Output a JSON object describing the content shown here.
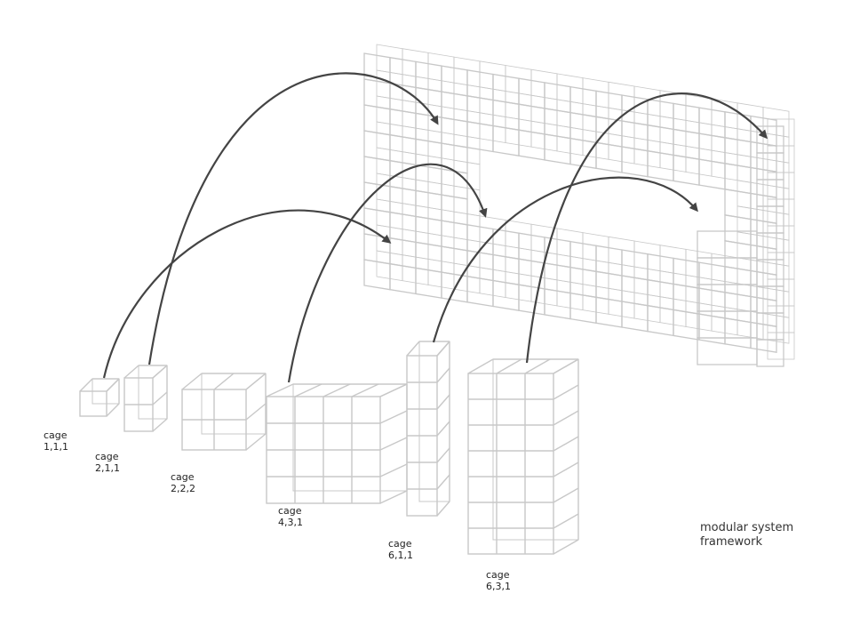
{
  "title": {
    "line1": "modular system",
    "line2": "framework"
  },
  "cages": [
    {
      "name": "cage",
      "code": "1,1,1"
    },
    {
      "name": "cage",
      "code": "2,1,1"
    },
    {
      "name": "cage",
      "code": "2,2,2"
    },
    {
      "name": "cage",
      "code": "4,3,1"
    },
    {
      "name": "cage",
      "code": "6,1,1"
    },
    {
      "name": "cage",
      "code": "6,3,1"
    }
  ],
  "colors": {
    "grid": "#c8c8c8",
    "arrow": "#444444"
  }
}
